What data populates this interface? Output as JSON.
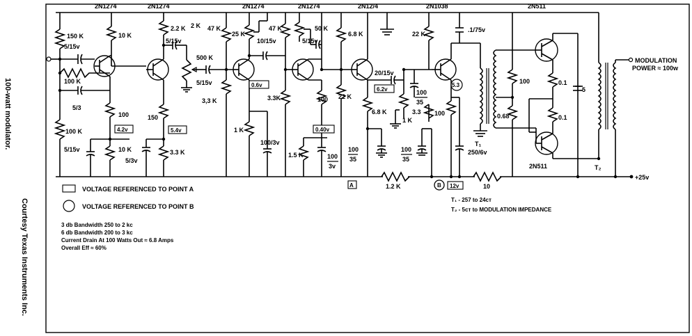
{
  "side": {
    "title": "100-watt modulator.",
    "credit": "Courtesy Texas Instruments Inc."
  },
  "transistors": {
    "q1": "2N1274",
    "q2": "2N1274",
    "q3": "2N1274",
    "q4": "2N1274",
    "q5": "2N12/4",
    "q6": "2N1038",
    "q7": "2N511",
    "q8": "2N511"
  },
  "resistors": {
    "r150k": "150 K",
    "r100k_a": "100 K",
    "r100k_b": "100 K",
    "r10k_a": "10 K",
    "r100_a": "100",
    "r10k_b": "10 K",
    "r2_2k": "2.2 K",
    "r150": "150",
    "r3_3k_a": "3.3 K",
    "r500k": "500 K",
    "r47k_a": "47 K",
    "r3_3k_b": "3,3 K",
    "r25k": "25 K",
    "r47k_b": "47 K",
    "r1k_a": "1 K",
    "r3_3k_c": "3.3K",
    "r50k": "50 K",
    "r100_b": "100",
    "r1_5k": "1.5 K",
    "r6_8k_a": "6.8 K",
    "r22k_a": "22 K",
    "r6_8k_b": "6.8 K",
    "r3_3": "3.3",
    "r1k_b": "1 K",
    "r22k_b": "22 K",
    "r100_c": "100",
    "r1_2k": "1.2 K",
    "r10": "10",
    "r100_d": "100",
    "r0_68": "0.68",
    "r0_1a": "0.1",
    "r0_1b": "0.1"
  },
  "capacitors": {
    "c1": "5/15v",
    "c2": "5/3",
    "c3": "5/15v",
    "c4": "5/3v",
    "c5": "2 K",
    "c6": "5/15v",
    "c7": "5/15v",
    "c8": "10/15v",
    "c9": "100/3v",
    "c10": "5/15v",
    "c11": "100",
    "c11b": "3v",
    "c12": "20/15v",
    "c13": "100",
    "c13b": "35",
    "c14": "100",
    "c14b": "35",
    "c15": "100",
    "c15b": "35",
    "c16": ".1/75v",
    "c17": "250/6v",
    "c18": "5"
  },
  "voltage_boxes": {
    "v1": "4.2v",
    "v2": "5.4v",
    "v3": "0.6v",
    "v4": "0.40v",
    "v5": "6.2v",
    "v6": "12v"
  },
  "voltage_circles": {
    "v7": "5.3"
  },
  "points": {
    "a": "A",
    "b": "B"
  },
  "transformers": {
    "t1": "T₁",
    "t2": "T₂"
  },
  "output": {
    "label_line1": "MODULATION",
    "label_line2": "POWER ≈ 100w",
    "supply": "+25v"
  },
  "legend": {
    "box_text": "VOLTAGE REFERENCED TO POINT A",
    "circle_text": "VOLTAGE REFERENCED TO POINT B"
  },
  "notes": [
    "T₁ - 257 to 24ᴄᴛ",
    "T₂ - 5ᴄᴛ to MODULATION IMPEDANCE"
  ],
  "specs": [
    "3 db Bandwidth  250 to 2 kc",
    "6 db Bandwidth  200 to 3 kc",
    "Current Drain At 100 Watts Out ≈ 6.8 Amps",
    "Overall Eff ≈ 60%"
  ]
}
